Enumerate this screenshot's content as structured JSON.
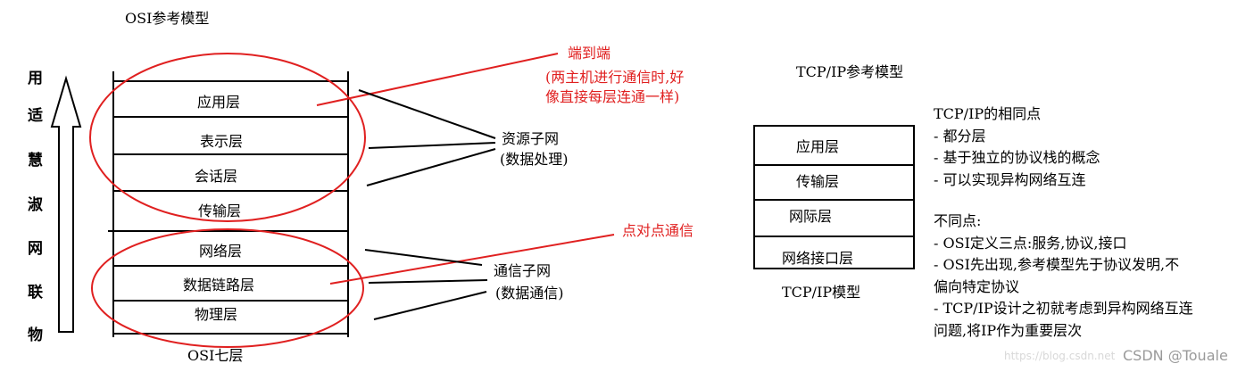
{
  "osi": {
    "title": "OSI参考模型",
    "caption": "OSI七层",
    "layers": [
      "应用层",
      "表示层",
      "会话层",
      "传输层",
      "网络层",
      "数据链路层",
      "物理层"
    ]
  },
  "vertical_words": [
    "用",
    "适",
    "慧",
    "淑",
    "网",
    "联",
    "物"
  ],
  "annotations": {
    "end_to_end": [
      "端到端",
      "(两主机进行通信时,好",
      "像直接每层连通一样)"
    ],
    "point_to_point": "点对点通信",
    "resource_subnet": [
      "资源子网",
      "(数据处理)"
    ],
    "comm_subnet": [
      "通信子网",
      "(数据通信)"
    ]
  },
  "tcpip": {
    "title": "TCP/IP参考模型",
    "caption": "TCP/IP模型",
    "layers": [
      "应用层",
      "传输层",
      "网际层",
      "网络接口层"
    ]
  },
  "notes": {
    "same_title": "TCP/IP的相同点",
    "same": [
      "- 都分层",
      "- 基于独立的协议栈的概念",
      "- 可以实现异构网络互连"
    ],
    "diff_title": "不同点:",
    "diff": [
      "- OSI定义三点:服务,协议,接口",
      "- OSI先出现,参考模型先于协议发明,不",
      "偏向特定协议",
      "- TCP/IP设计之初就考虑到异构网络互连",
      "问题,将IP作为重要层次"
    ]
  },
  "watermark": {
    "faint": "https://blog.csdn.net",
    "brand": "CSDN @Touale"
  },
  "colors": {
    "accent_red": "#e02020",
    "line": "#000000"
  }
}
